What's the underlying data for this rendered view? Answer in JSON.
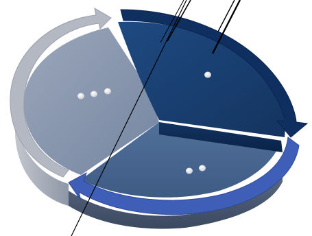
{
  "diagram": {
    "segments": [
      {
        "id": "dark-blue",
        "dots": 1,
        "color": "#173C6E",
        "rim_color": "#0B2C5E"
      },
      {
        "id": "mid-blue",
        "dots": 2,
        "color": "#46658F",
        "rim_color": "#3859B3"
      },
      {
        "id": "gray-blue",
        "dots": 3,
        "color": "#8796AE",
        "rim_color": "#B4B9C4"
      }
    ],
    "cycle_direction": "clockwise"
  }
}
